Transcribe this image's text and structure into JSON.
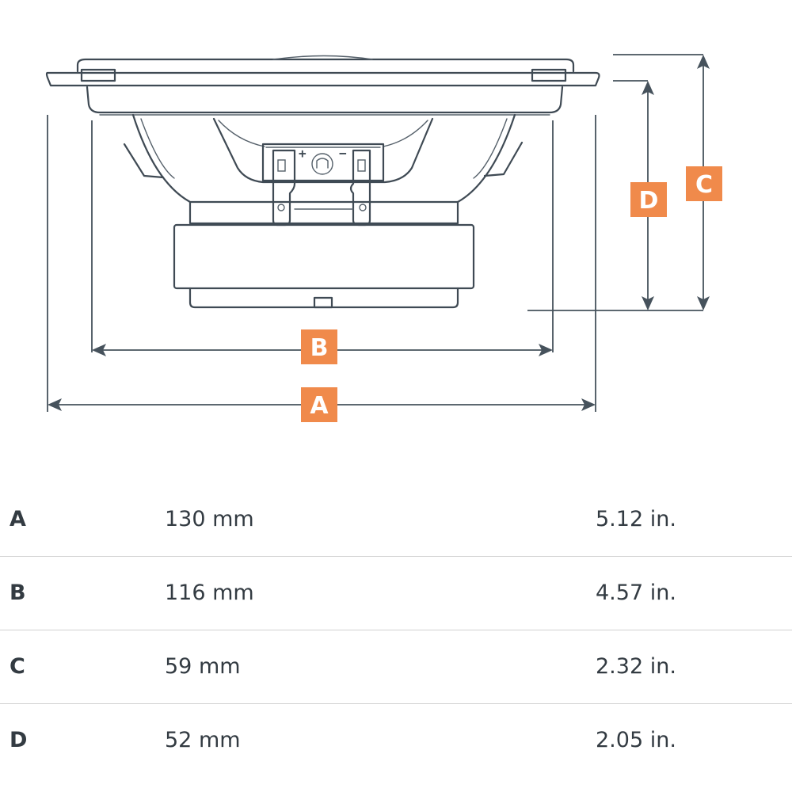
{
  "diagram": {
    "terminal_plus": "+",
    "terminal_minus": "−",
    "badges": {
      "A": "A",
      "B": "B",
      "C": "C",
      "D": "D"
    }
  },
  "colors": {
    "badge": "#f08a4b",
    "line": "#3f4a54",
    "table_divider": "#d2d2d2"
  },
  "specs": [
    {
      "label": "A",
      "mm": "130 mm",
      "inches": "5.12 in."
    },
    {
      "label": "B",
      "mm": "116 mm",
      "inches": "4.57 in."
    },
    {
      "label": "C",
      "mm": "59 mm",
      "inches": "2.32 in."
    },
    {
      "label": "D",
      "mm": "52 mm",
      "inches": "2.05 in."
    }
  ]
}
